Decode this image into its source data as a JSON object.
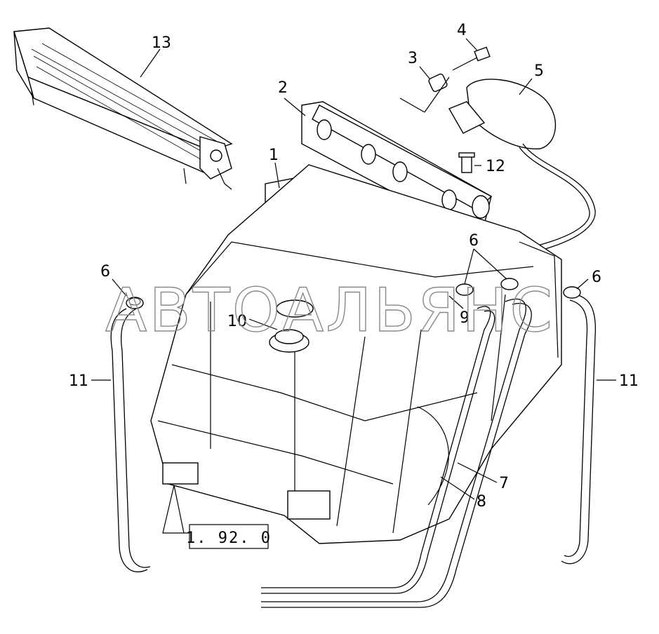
{
  "callouts": {
    "c1": "1",
    "c2": "2",
    "c3": "3",
    "c4": "4",
    "c5": "5",
    "c6a": "6",
    "c6b": "6",
    "c6c": "6",
    "c7": "7",
    "c8": "8",
    "c9": "9",
    "c10": "10",
    "c11a": "11",
    "c11b": "11",
    "c12": "12",
    "c13": "13"
  },
  "reference_box": "1. 92. 0",
  "watermark": "АВТОАЛЬЯНС",
  "colors": {
    "line": "#000000",
    "watermark": "#8a8a8a",
    "background": "#ffffff"
  }
}
